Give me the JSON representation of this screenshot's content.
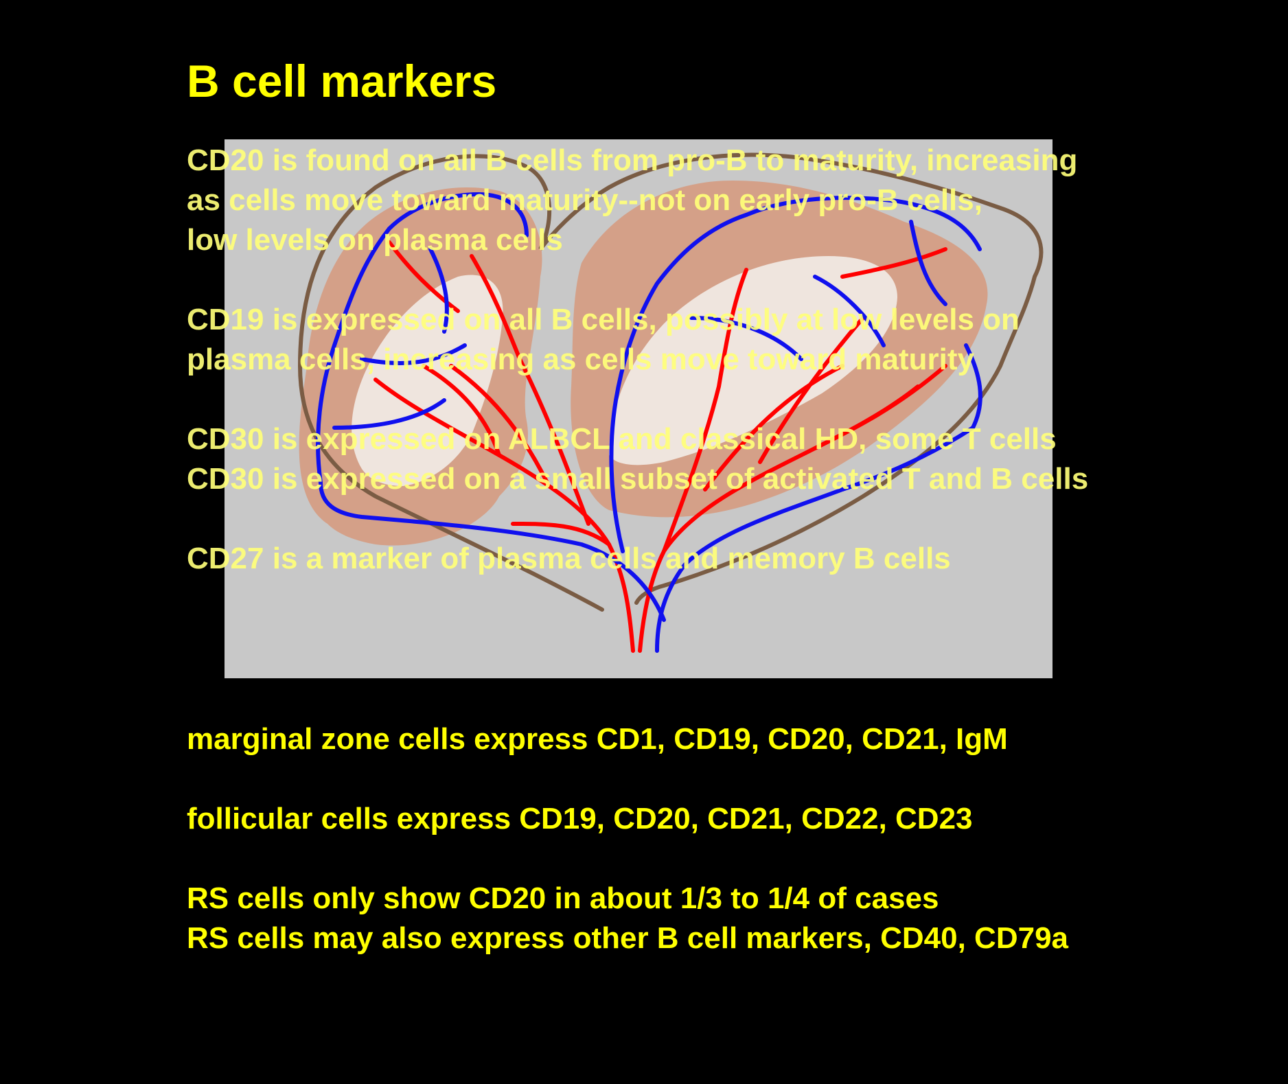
{
  "slide": {
    "title": "B cell markers",
    "overlay_paragraphs": [
      {
        "lines": [
          "CD20 is found on all B cells from pro-B to maturity, increasing",
          "as cells move toward maturity--not on early pro-B cells,",
          "low levels on plasma cells"
        ]
      },
      {
        "lines": [
          "CD19 is expressed on all B cells, possibly at low levels on",
          "plasma cells, increasing as cells move toward maturity"
        ]
      },
      {
        "lines": [
          "CD30 is expressed on ALBCL and classical HD, some T cells",
          "CD30 is expressed on a small subset of activated T and B cells"
        ]
      },
      {
        "lines": [
          "CD27 is a marker of plasma cells and memory B cells"
        ]
      }
    ],
    "lower_paragraphs": [
      {
        "lines": [
          "marginal zone cells express CD1, CD19, CD20, CD21, IgM"
        ]
      },
      {
        "lines": [
          "follicular cells express CD19, CD20, CD21, CD22, CD23"
        ]
      },
      {
        "lines": [
          "RS cells only show CD20 in about 1/3 to 1/4 of cases",
          "RS cells may also express other B cell markers, CD40, CD79a"
        ]
      }
    ],
    "colors": {
      "background": "#000000",
      "text": "#ffff00",
      "panel": "#c8c8c8",
      "outline": "#7a5c44",
      "tissue": "#d4a088",
      "core": "#f2ece8",
      "artery": "#ff0000",
      "vein": "#1010ee"
    },
    "illustration": {
      "description_icon": "hand-drawn-heart-shaped-organ-with-red-and-blue-vessels"
    }
  }
}
